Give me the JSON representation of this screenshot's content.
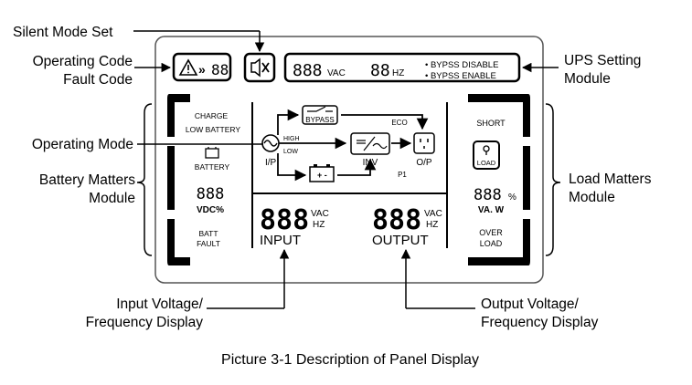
{
  "callouts": {
    "silent_mode_set": "Silent Mode Set",
    "operating_code": "Operating Code",
    "fault_code": "Fault Code",
    "ups_setting_line1": "UPS Setting",
    "ups_setting_line2": "Module",
    "operating_mode": "Operating Mode",
    "battery_line1": "Battery Matters",
    "battery_line2": "Module",
    "load_line1": "Load Matters",
    "load_line2": "Module",
    "input_line1": "Input Voltage/",
    "input_line2": "Frequency Display",
    "output_line1": "Output Voltage/",
    "output_line2": "Frequency Display"
  },
  "panel": {
    "op_code_digits": "88",
    "top_volt_digits": "888",
    "top_volt_unit": "VAC",
    "top_freq_digits": "88",
    "top_freq_unit": "HZ",
    "bypass_disable": "• BYPSS DISABLE",
    "bypass_enable": "• BYPSS ENABLE",
    "charge": "CHARGE",
    "low_battery": "LOW BATTERY",
    "battery": "BATTERY",
    "batt_digits": "888",
    "vdc_pct": "VDC%",
    "batt_fault_1": "BATT",
    "batt_fault_2": "FAULT",
    "bypass_box": "BYPASS",
    "eco": "ECO",
    "high": "HIGH",
    "low": "LOW",
    "ip": "I/P",
    "inv": "INV",
    "op": "O/P",
    "p1": "P1",
    "in_digits": "888",
    "in_vac": "VAC",
    "in_hz": "HZ",
    "input": "INPUT",
    "out_digits": "888",
    "out_vac": "VAC",
    "out_hz": "HZ",
    "output": "OUTPUT",
    "short": "SHORT",
    "load_icon_label": "LOAD",
    "load_digits": "888",
    "pct": "%",
    "va_w": "VA. W",
    "over": "OVER",
    "load": "LOAD"
  },
  "caption": "Picture 3-1 Description of Panel Display"
}
